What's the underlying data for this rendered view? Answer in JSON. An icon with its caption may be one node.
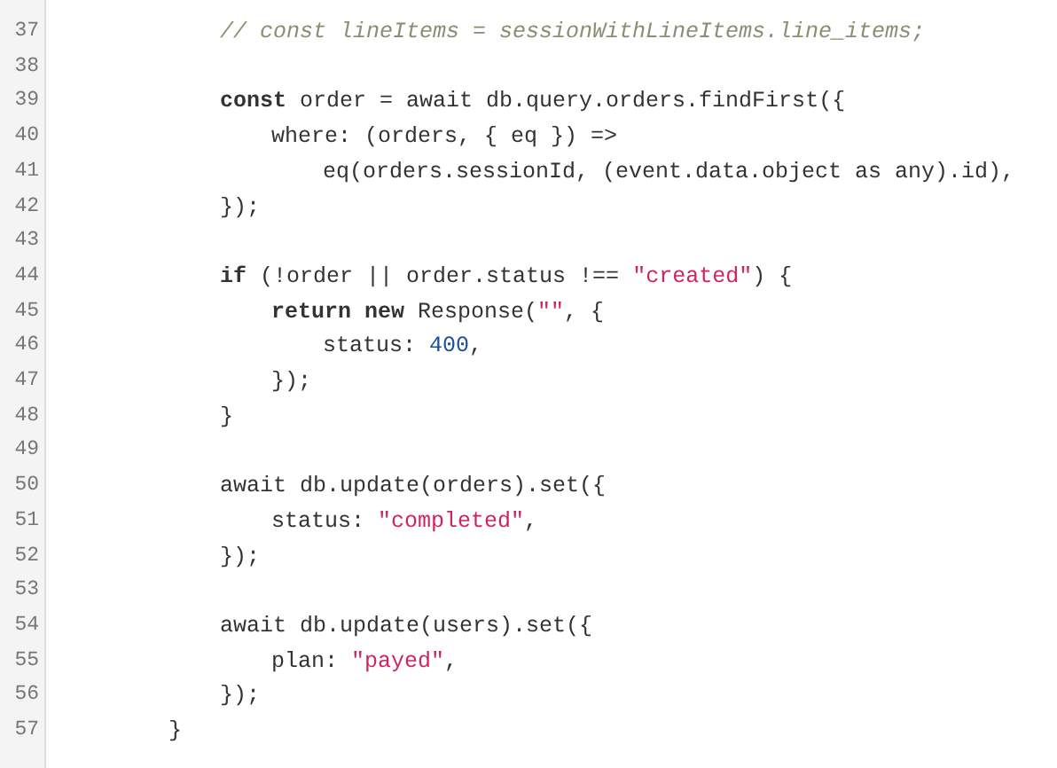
{
  "diagram": {
    "labels": [
      "37",
      "// const lineItems = sessionWithLineItems.line_items;",
      "38",
      "39",
      "**const** order = await db.query.orders.findFirst({",
      "40",
      "where: (orders, { eq }) =>",
      "41",
      "eq(orders.sessionId, (event.data.object as any).id),",
      "42",
      "});",
      "43",
      "44",
      "**if** (!order || order.status !== \"created\") {",
      "45",
      "**return new** Response(\"\", {",
      "46",
      "status: 400,",
      "47",
      "});",
      "48",
      "}",
      "49",
      "50",
      "await db.update(orders).set({",
      "51",
      "status: \"completed\",",
      "52",
      "});",
      "53",
      "54",
      "await db.update(users).set({",
      "55",
      "plan: \"payed\",",
      "56",
      "});",
      "57",
      "}"
    ]
  }
}
